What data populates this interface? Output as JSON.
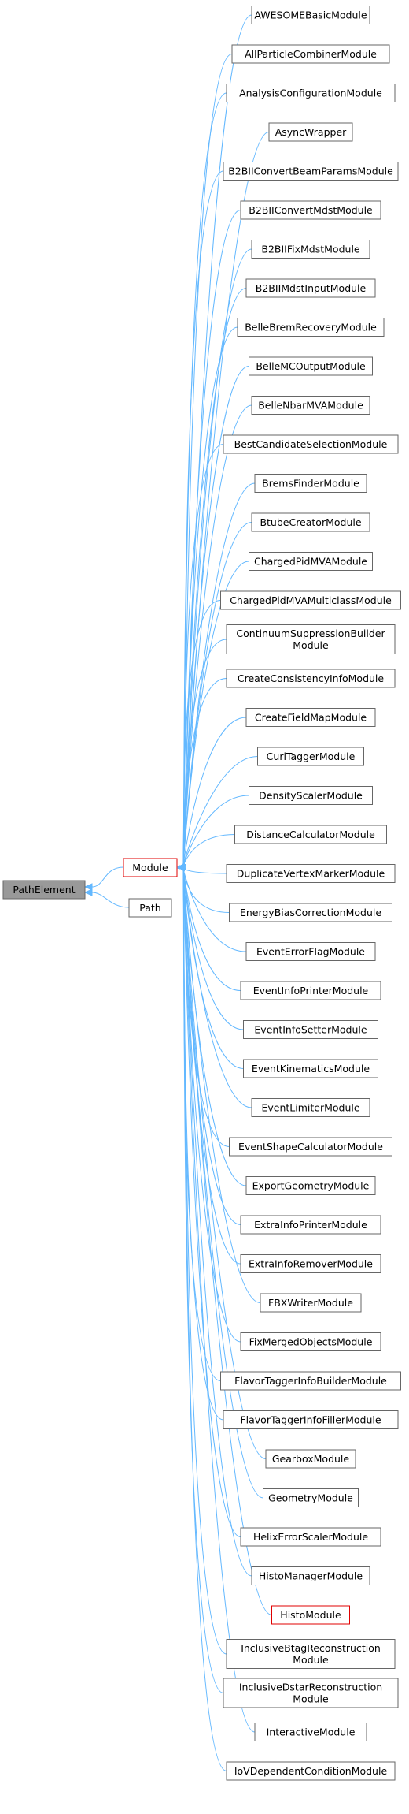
{
  "base": {
    "label": "PathElement"
  },
  "module": {
    "label": "Module"
  },
  "path": {
    "label": "Path"
  },
  "children": [
    {
      "lines": [
        "AWESOMEBasicModule"
      ]
    },
    {
      "lines": [
        "AllParticleCombinerModule"
      ]
    },
    {
      "lines": [
        "AnalysisConfigurationModule"
      ]
    },
    {
      "lines": [
        "AsyncWrapper"
      ]
    },
    {
      "lines": [
        "B2BIIConvertBeamParamsModule"
      ]
    },
    {
      "lines": [
        "B2BIIConvertMdstModule"
      ]
    },
    {
      "lines": [
        "B2BIIFixMdstModule"
      ]
    },
    {
      "lines": [
        "B2BIIMdstInputModule"
      ]
    },
    {
      "lines": [
        "BelleBremRecoveryModule"
      ]
    },
    {
      "lines": [
        "BelleMCOutputModule"
      ]
    },
    {
      "lines": [
        "BelleNbarMVAModule"
      ]
    },
    {
      "lines": [
        "BestCandidateSelectionModule"
      ]
    },
    {
      "lines": [
        "BremsFinderModule"
      ]
    },
    {
      "lines": [
        "BtubeCreatorModule"
      ]
    },
    {
      "lines": [
        "ChargedPidMVAModule"
      ]
    },
    {
      "lines": [
        "ChargedPidMVAMulticlassModule"
      ]
    },
    {
      "lines": [
        "ContinuumSuppressionBuilder",
        "Module"
      ]
    },
    {
      "lines": [
        "CreateConsistencyInfoModule"
      ]
    },
    {
      "lines": [
        "CreateFieldMapModule"
      ]
    },
    {
      "lines": [
        "CurlTaggerModule"
      ]
    },
    {
      "lines": [
        "DensityScalerModule"
      ]
    },
    {
      "lines": [
        "DistanceCalculatorModule"
      ]
    },
    {
      "lines": [
        "DuplicateVertexMarkerModule"
      ]
    },
    {
      "lines": [
        "EnergyBiasCorrectionModule"
      ]
    },
    {
      "lines": [
        "EventErrorFlagModule"
      ]
    },
    {
      "lines": [
        "EventInfoPrinterModule"
      ]
    },
    {
      "lines": [
        "EventInfoSetterModule"
      ]
    },
    {
      "lines": [
        "EventKinematicsModule"
      ]
    },
    {
      "lines": [
        "EventLimiterModule"
      ]
    },
    {
      "lines": [
        "EventShapeCalculatorModule"
      ]
    },
    {
      "lines": [
        "ExportGeometryModule"
      ]
    },
    {
      "lines": [
        "ExtraInfoPrinterModule"
      ]
    },
    {
      "lines": [
        "ExtraInfoRemoverModule"
      ]
    },
    {
      "lines": [
        "FBXWriterModule"
      ]
    },
    {
      "lines": [
        "FixMergedObjectsModule"
      ]
    },
    {
      "lines": [
        "FlavorTaggerInfoBuilderModule"
      ]
    },
    {
      "lines": [
        "FlavorTaggerInfoFillerModule"
      ]
    },
    {
      "lines": [
        "GearboxModule"
      ]
    },
    {
      "lines": [
        "GeometryModule"
      ]
    },
    {
      "lines": [
        "HelixErrorScalerModule"
      ]
    },
    {
      "lines": [
        "HistoManagerModule"
      ]
    },
    {
      "lines": [
        "HistoModule"
      ],
      "highlight": true
    },
    {
      "lines": [
        "InclusiveBtagReconstruction",
        "Module"
      ]
    },
    {
      "lines": [
        "InclusiveDstarReconstruction",
        "Module"
      ]
    },
    {
      "lines": [
        "InteractiveModule"
      ]
    },
    {
      "lines": [
        "IoVDependentConditionModule"
      ]
    }
  ],
  "colors": {
    "edge": "#63b8ff",
    "highlight": "#e00000",
    "base_fill": "#999999"
  }
}
